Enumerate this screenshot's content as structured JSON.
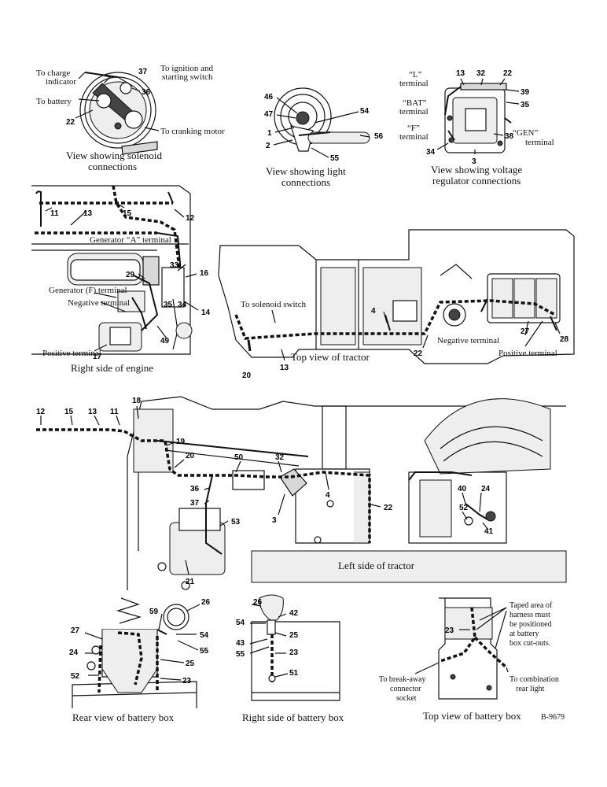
{
  "views": {
    "solenoid": {
      "caption": [
        "View showing solenoid",
        "connections"
      ],
      "labels": [
        "To charge",
        "indicator",
        "To battery",
        "To ignition and",
        "starting switch",
        "To cranking motor"
      ],
      "callouts": [
        "37",
        "36",
        "22"
      ]
    },
    "light": {
      "caption": [
        "View showing light",
        "connections"
      ],
      "callouts": [
        "46",
        "47",
        "1",
        "2",
        "54",
        "56",
        "55"
      ]
    },
    "regulator": {
      "caption": [
        "View showing voltage",
        "regulator connections"
      ],
      "labels": [
        "“L”",
        "terminal",
        "“BAT”",
        "terminal",
        "“F”",
        "terminal",
        "“GEN”",
        "terminal"
      ],
      "callouts": [
        "13",
        "32",
        "22",
        "39",
        "35",
        "38",
        "34",
        "3"
      ]
    },
    "engine_right": {
      "caption": "Right side of engine",
      "labels": [
        "Generator “A” terminal",
        "Generator (F) terminal",
        "Negative terminal",
        "Positive terminal"
      ],
      "callouts": [
        "11",
        "13",
        "15",
        "12",
        "33",
        "16",
        "29",
        "35",
        "34",
        "14",
        "49",
        "17"
      ]
    },
    "tractor_top": {
      "caption": "Top view of tractor",
      "labels": [
        "To solenoid switch",
        "Negative terminal",
        "Positive terminal"
      ],
      "callouts": [
        "4",
        "20",
        "13",
        "22",
        "27",
        "28"
      ]
    },
    "tractor_left": {
      "caption": "Left side of tractor",
      "callouts": [
        "12",
        "15",
        "13",
        "11",
        "18",
        "19",
        "20",
        "50",
        "32",
        "36",
        "37",
        "3",
        "53",
        "4",
        "22",
        "21",
        "40",
        "24",
        "52",
        "41"
      ]
    },
    "battery_rear": {
      "caption": "Rear view of battery box",
      "callouts": [
        "59",
        "26",
        "27",
        "54",
        "55",
        "25",
        "24",
        "52",
        "23"
      ]
    },
    "battery_right": {
      "caption": "Right side of battery box",
      "callouts": [
        "26",
        "42",
        "54",
        "25",
        "43",
        "55",
        "23",
        "51"
      ]
    },
    "battery_top": {
      "caption": "Top view of battery box",
      "labels": [
        "Taped area of",
        "harness must",
        "be positioned",
        "at battery",
        "box cut-outs.",
        "To break-away",
        "connector",
        "socket",
        "To combination",
        "rear light"
      ],
      "callouts": [
        "23"
      ]
    }
  },
  "figure_code": "B-9679"
}
